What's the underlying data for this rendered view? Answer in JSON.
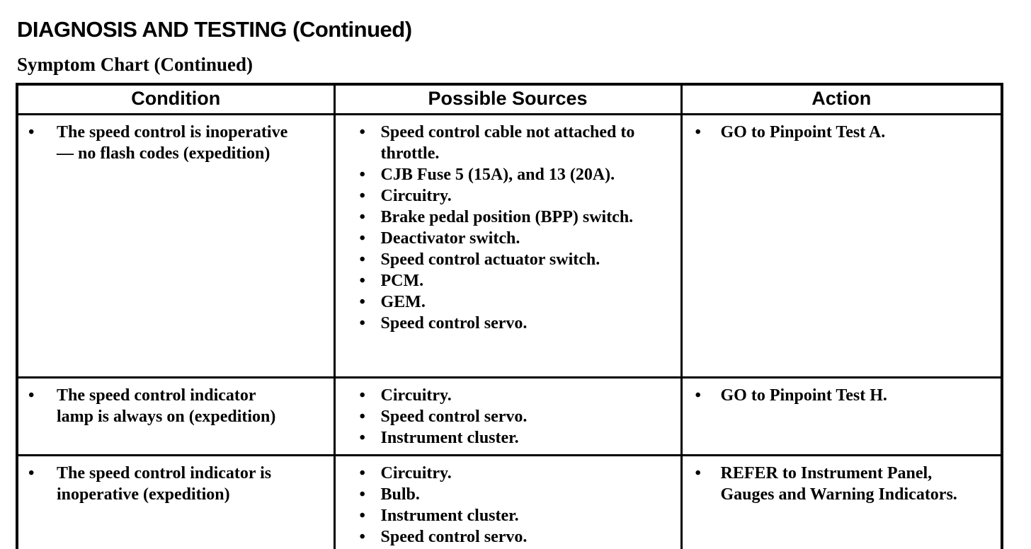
{
  "page": {
    "title": "DIAGNOSIS AND TESTING (Continued)",
    "subtitle": "Symptom Chart (Continued)"
  },
  "glyphs": {
    "bullet": "•"
  },
  "colors": {
    "text": "#000000",
    "background": "#ffffff",
    "border": "#000000"
  },
  "table": {
    "headers": [
      "Condition",
      "Possible Sources",
      "Action"
    ],
    "rows": [
      {
        "condition": "The speed control is inoperative — no flash codes (expedition)",
        "sources": [
          "Speed control cable not attached to throttle.",
          "CJB Fuse 5 (15A), and 13 (20A).",
          "Circuitry.",
          "Brake pedal position (BPP) switch.",
          "Deactivator switch.",
          "Speed control actuator switch.",
          "PCM.",
          "GEM.",
          "Speed control servo."
        ],
        "action": "GO to Pinpoint Test A."
      },
      {
        "condition": "The speed control indicator lamp is always on (expedition)",
        "sources": [
          "Circuitry.",
          "Speed control servo.",
          "Instrument cluster."
        ],
        "action": "GO to Pinpoint Test H."
      },
      {
        "condition": "The speed control indicator is inoperative (expedition)",
        "sources": [
          "Circuitry.",
          "Bulb.",
          "Instrument cluster.",
          "Speed control servo."
        ],
        "action": "REFER to Instrument Panel, Gauges and Warning Indicators."
      }
    ]
  }
}
